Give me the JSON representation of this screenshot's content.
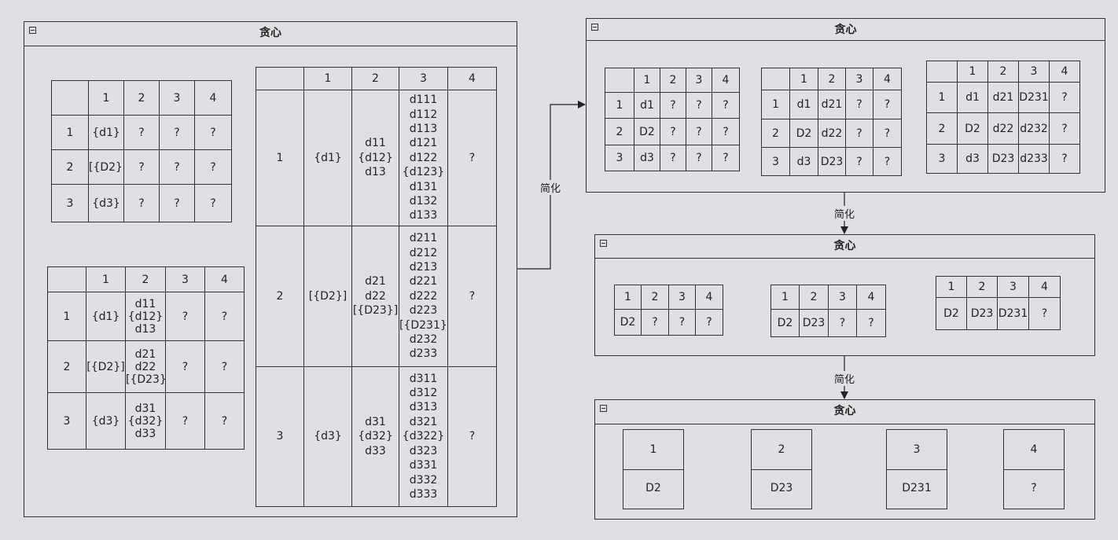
{
  "panel_title": "贪心",
  "edge_label": "简化",
  "left_panel": {
    "table_small": {
      "header": [
        "",
        "1",
        "2",
        "3",
        "4"
      ],
      "rows": [
        [
          "1",
          "{d1}",
          "?",
          "?",
          "?"
        ],
        [
          "2",
          "[{D2}]",
          "?",
          "?",
          "?"
        ],
        [
          "3",
          "{d3}",
          "?",
          "?",
          "?"
        ]
      ]
    },
    "table_mid": {
      "header": [
        "",
        "1",
        "2",
        "3",
        "4"
      ],
      "rows": [
        [
          "1",
          "{d1}",
          "d11\n{d12}\nd13",
          "?",
          "?"
        ],
        [
          "2",
          "[{D2}]",
          "d21\nd22\n[{D23}]",
          "?",
          "?"
        ],
        [
          "3",
          "{d3}",
          "d31\n{d32}\nd33",
          "?",
          "?"
        ]
      ]
    },
    "table_big": {
      "header": [
        "",
        "1",
        "2",
        "3",
        "4"
      ],
      "rows": [
        [
          "1",
          "{d1}",
          "d11\n{d12}\nd13",
          "d111\nd112\nd113\nd121\nd122\n{d123}\nd131\nd132\nd133",
          "?"
        ],
        [
          "2",
          "[{D2}]",
          "d21\nd22\n[{D23}]",
          "d211\nd212\nd213\nd221\nd222\nd223\n[{D231}]\nd232\nd233",
          "?"
        ],
        [
          "3",
          "{d3}",
          "d31\n{d32}\nd33",
          "d311\nd312\nd313\nd321\n{d322}\nd323\nd331\nd332\nd333",
          "?"
        ]
      ]
    }
  },
  "panel2": {
    "tables": [
      {
        "header": [
          "",
          "1",
          "2",
          "3",
          "4"
        ],
        "rows": [
          [
            "1",
            "d1",
            "?",
            "?",
            "?"
          ],
          [
            "2",
            "D2",
            "?",
            "?",
            "?"
          ],
          [
            "3",
            "d3",
            "?",
            "?",
            "?"
          ]
        ]
      },
      {
        "header": [
          "",
          "1",
          "2",
          "3",
          "4"
        ],
        "rows": [
          [
            "1",
            "d1",
            "d21",
            "?",
            "?"
          ],
          [
            "2",
            "D2",
            "d22",
            "?",
            "?"
          ],
          [
            "3",
            "d3",
            "D23",
            "?",
            "?"
          ]
        ]
      },
      {
        "header": [
          "",
          "1",
          "2",
          "3",
          "4"
        ],
        "rows": [
          [
            "1",
            "d1",
            "d21",
            "D231",
            "?"
          ],
          [
            "2",
            "D2",
            "d22",
            "d232",
            "?"
          ],
          [
            "3",
            "d3",
            "D23",
            "d233",
            "?"
          ]
        ]
      }
    ]
  },
  "panel3": {
    "tables": [
      {
        "header": [
          "1",
          "2",
          "3",
          "4"
        ],
        "rows": [
          [
            "D2",
            "?",
            "?",
            "?"
          ]
        ]
      },
      {
        "header": [
          "1",
          "2",
          "3",
          "4"
        ],
        "rows": [
          [
            "D2",
            "D23",
            "?",
            "?"
          ]
        ]
      },
      {
        "header": [
          "1",
          "2",
          "3",
          "4"
        ],
        "rows": [
          [
            "D2",
            "D23",
            "D231",
            "?"
          ]
        ]
      }
    ]
  },
  "panel4": {
    "nodes": [
      {
        "step": "1",
        "value": "D2"
      },
      {
        "step": "2",
        "value": "D23"
      },
      {
        "step": "3",
        "value": "D231"
      },
      {
        "step": "4",
        "value": "?"
      }
    ]
  }
}
